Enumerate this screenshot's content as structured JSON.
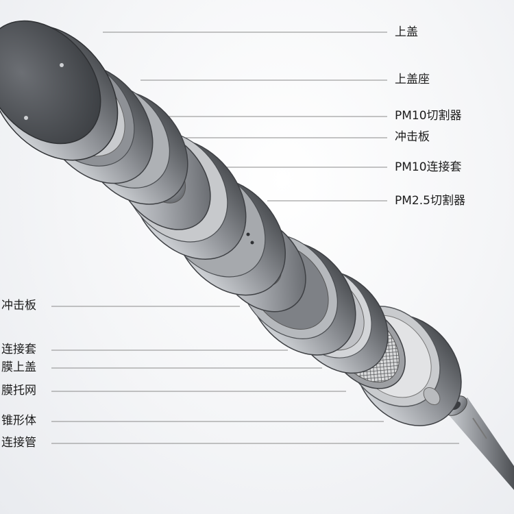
{
  "labels_right": [
    "上盖",
    "上盖座",
    "PM10切割器",
    "冲击板",
    "PM10连接套",
    "PM2.5切割器"
  ],
  "labels_left": [
    "冲击板",
    "连接套",
    "膜上盖",
    "膜托网",
    "锥形体",
    "连接管"
  ],
  "colors": {
    "metal_dark": "#5f6266",
    "metal_mid": "#9a9da2",
    "metal_light": "#d8dadd",
    "leader_line": "#8a8a8a"
  }
}
